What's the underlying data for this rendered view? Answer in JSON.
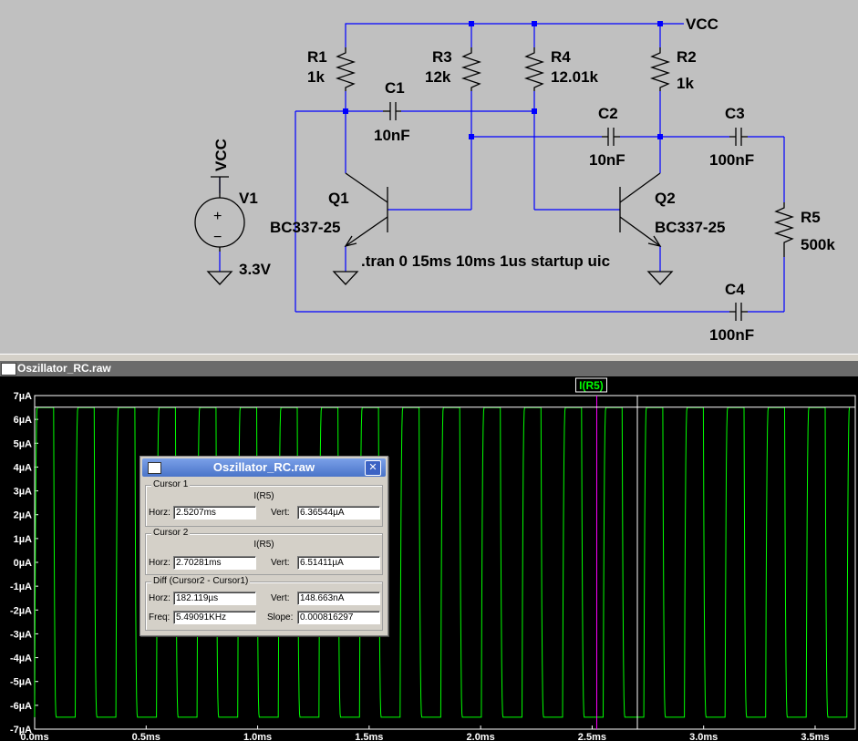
{
  "schematic": {
    "vcc_label_top": "VCC",
    "vcc_label_source": "VCC",
    "components": {
      "r1": {
        "name": "R1",
        "value": "1k"
      },
      "r2": {
        "name": "R2",
        "value": "1k"
      },
      "r3": {
        "name": "R3",
        "value": "12k"
      },
      "r4": {
        "name": "R4",
        "value": "12.01k"
      },
      "r5": {
        "name": "R5",
        "value": "500k"
      },
      "c1": {
        "name": "C1",
        "value": "10nF"
      },
      "c2": {
        "name": "C2",
        "value": "10nF"
      },
      "c3": {
        "name": "C3",
        "value": "100nF"
      },
      "c4": {
        "name": "C4",
        "value": "100nF"
      },
      "q1": {
        "name": "Q1",
        "value": "BC337-25"
      },
      "q2": {
        "name": "Q2",
        "value": "BC337-25"
      },
      "v1": {
        "name": "V1",
        "value": "3.3V",
        "plus": "+",
        "minus": "−"
      }
    },
    "directive": ".tran 0 15ms 10ms 1us startup uic",
    "colors": {
      "wire": "#0000ff",
      "component": "#000000",
      "background": "#c0c0c0"
    }
  },
  "waveform": {
    "window_title": "Oszillator_RC.raw",
    "trace_label": "I(R5)",
    "colors": {
      "background": "#000000",
      "trace": "#00ff00",
      "cursor": "#ff00ff",
      "cursor2": "#ffffff",
      "axis_text": "#ffffff"
    }
  },
  "chart_data": {
    "type": "line",
    "title": "",
    "xlabel": "",
    "ylabel": "",
    "x_tick_labels": [
      "0.0ms",
      "0.5ms",
      "1.0ms",
      "1.5ms",
      "2.0ms",
      "2.5ms",
      "3.0ms",
      "3.5ms"
    ],
    "x_ticks_ms": [
      0.0,
      0.5,
      1.0,
      1.5,
      2.0,
      2.5,
      3.0,
      3.5
    ],
    "y_tick_labels": [
      "7µA",
      "6µA",
      "5µA",
      "4µA",
      "3µA",
      "2µA",
      "1µA",
      "0µA",
      "-1µA",
      "-2µA",
      "-3µA",
      "-4µA",
      "-5µA",
      "-6µA",
      "-7µA"
    ],
    "y_ticks_uA": [
      7,
      6,
      5,
      4,
      3,
      2,
      1,
      0,
      -1,
      -2,
      -3,
      -4,
      -5,
      -6,
      -7
    ],
    "xlim_ms": [
      0.0,
      3.68
    ],
    "ylim_uA": [
      -7,
      7
    ],
    "series": [
      {
        "name": "I(R5)",
        "period_ms": 0.182119,
        "high_uA": 6.5,
        "low_uA": -6.5,
        "rise_ms": 0.012,
        "high_hold_ms": 0.073,
        "fall_ms": 0.012,
        "low_hold_ms": 0.085
      }
    ],
    "cursors": [
      {
        "name": "Cursor 1",
        "x_ms": 2.5207,
        "y_uA": 6.36544
      },
      {
        "name": "Cursor 2",
        "x_ms": 2.70281,
        "y_uA": 6.51411
      }
    ],
    "grid": false
  },
  "cursor_dialog": {
    "title": "Oszillator_RC.raw",
    "close_label": "✕",
    "cursor1": {
      "legend": "Cursor 1",
      "trace": "I(R5)",
      "horz_label": "Horz:",
      "horz": "2.5207ms",
      "vert_label": "Vert:",
      "vert": "6.36544µA"
    },
    "cursor2": {
      "legend": "Cursor 2",
      "trace": "I(R5)",
      "horz_label": "Horz:",
      "horz": "2.70281ms",
      "vert_label": "Vert:",
      "vert": "6.51411µA"
    },
    "diff": {
      "legend": "Diff (Cursor2 - Cursor1)",
      "horz_label": "Horz:",
      "horz": "182.119µs",
      "vert_label": "Vert:",
      "vert": "148.663nA",
      "freq_label": "Freq:",
      "freq": "5.49091KHz",
      "slope_label": "Slope:",
      "slope": "0.000816297"
    }
  }
}
